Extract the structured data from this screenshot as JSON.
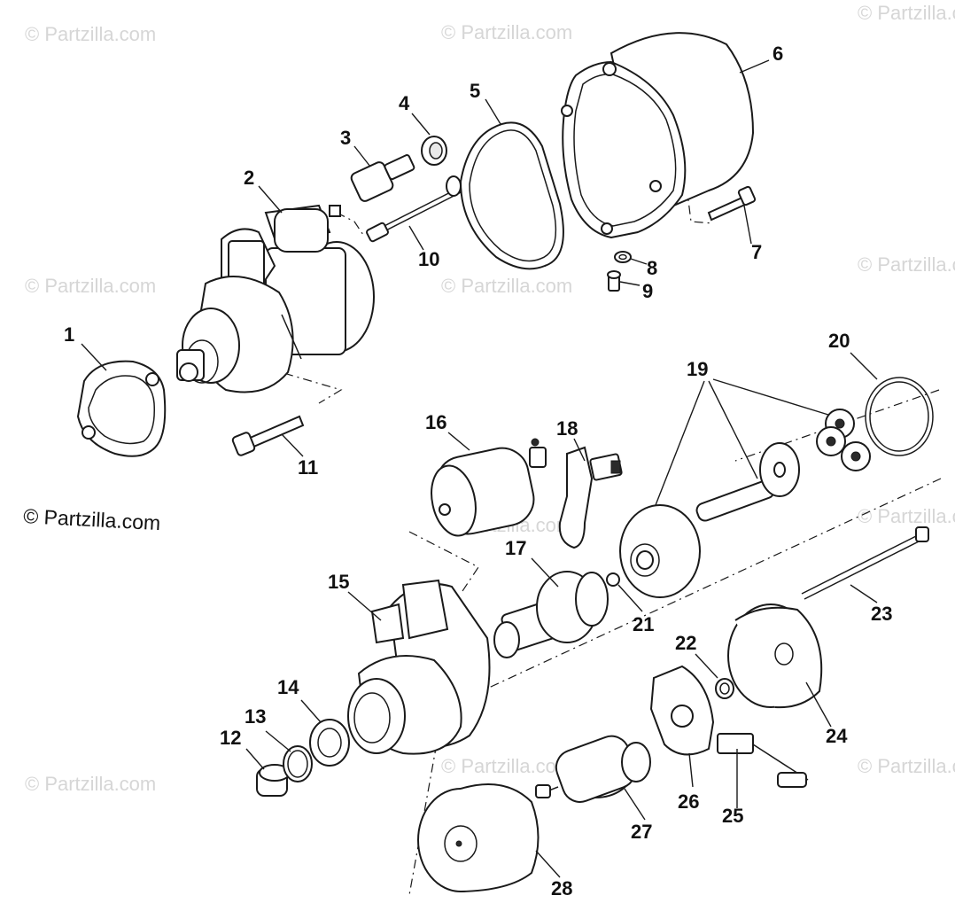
{
  "watermark": "© Partzilla.com",
  "credit": "© Partzilla.com",
  "callouts": [
    "1",
    "2",
    "3",
    "4",
    "5",
    "6",
    "7",
    "8",
    "9",
    "10",
    "11",
    "12",
    "13",
    "14",
    "15",
    "16",
    "17",
    "18",
    "19",
    "20",
    "21",
    "22",
    "23",
    "24",
    "25",
    "26",
    "27",
    "28"
  ]
}
